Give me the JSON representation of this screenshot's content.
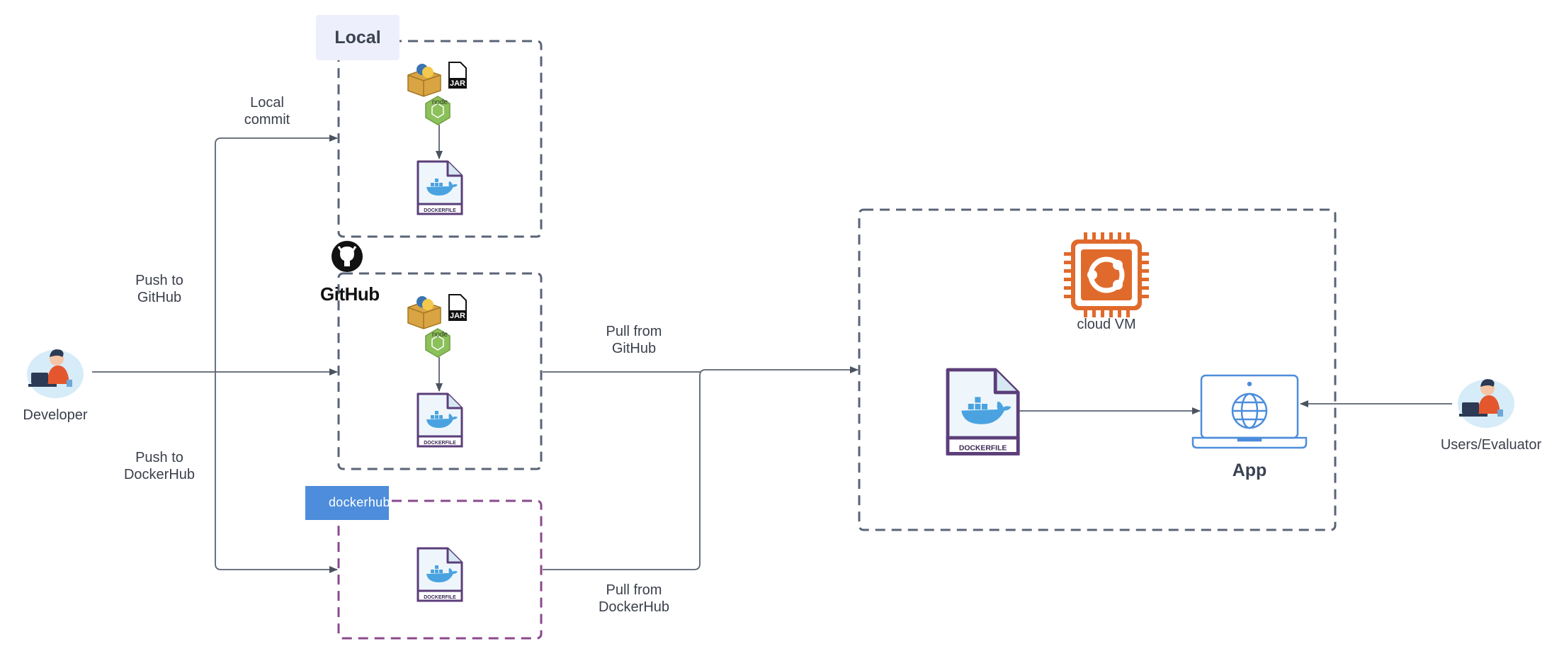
{
  "groups": {
    "local": "Local",
    "github": "GitHub",
    "dockerhub": "dockerhub",
    "cloud_vm": "cloud VM"
  },
  "actors": {
    "developer": "Developer",
    "users": "Users/Evaluator",
    "app": "App"
  },
  "edges": {
    "local_commit": [
      "Local",
      "commit"
    ],
    "push_github": [
      "Push to",
      "GitHub"
    ],
    "push_dockerhub": [
      "Push to",
      "DockerHub"
    ],
    "pull_github": [
      "Pull from",
      "GitHub"
    ],
    "pull_dockerhub": [
      "Pull from",
      "DockerHub"
    ]
  },
  "file_labels": {
    "jar": "JAR",
    "dockerfile": "DOCKERFILE",
    "node": "node"
  },
  "colors": {
    "box_border": "#5a6478",
    "dockerhub_border": "#8a4a8c",
    "dockerhub_blue": "#4d8ddb",
    "docker_blue": "#4aa3e0",
    "dockerfile_outline": "#5b3e7a",
    "ubuntu_orange": "#e06a2c",
    "app_blue": "#4d8ddb",
    "node_green": "#8cc05a",
    "arrow": "#5a6370"
  }
}
